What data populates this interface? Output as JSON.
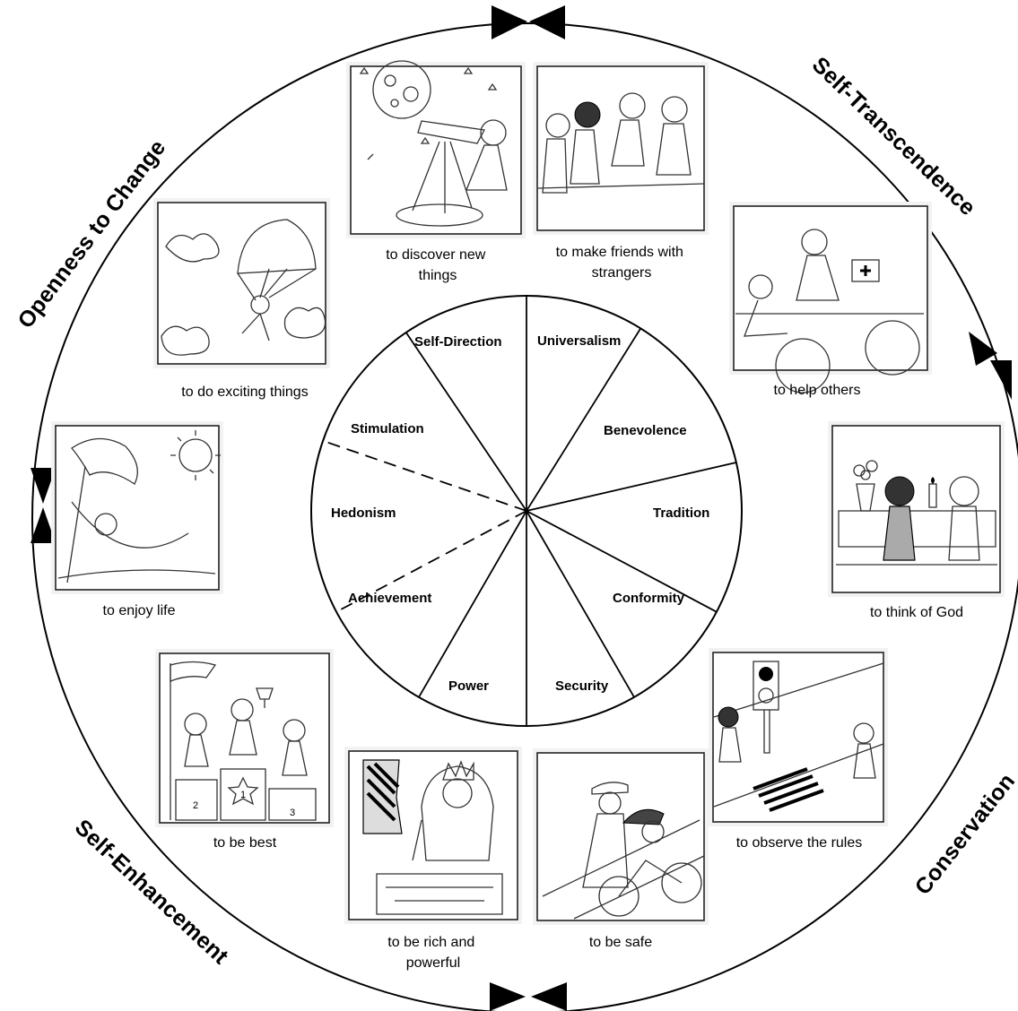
{
  "center_segments": [
    {
      "id": "self-direction",
      "label": "Self-Direction"
    },
    {
      "id": "universalism",
      "label": "Universalism"
    },
    {
      "id": "benevolence",
      "label": "Benevolence"
    },
    {
      "id": "tradition",
      "label": "Tradition"
    },
    {
      "id": "conformity",
      "label": "Conformity"
    },
    {
      "id": "security",
      "label": "Security"
    },
    {
      "id": "power",
      "label": "Power"
    },
    {
      "id": "achievement",
      "label": "Achievement"
    },
    {
      "id": "hedonism",
      "label": "Hedonism"
    },
    {
      "id": "stimulation",
      "label": "Stimulation"
    }
  ],
  "quadrants": {
    "openness": "Openness to Change",
    "self_transcendence": "Self-Transcendence",
    "conservation": "Conservation",
    "self_enhancement": "Self-Enhancement"
  },
  "captions": {
    "discover": [
      "to discover new",
      "things"
    ],
    "friends": [
      "to make friends with",
      "strangers"
    ],
    "help": [
      "to help others"
    ],
    "god": [
      "to think of God"
    ],
    "rules": [
      "to observe the rules"
    ],
    "safe": [
      "to be safe"
    ],
    "rich": [
      "to be rich and",
      "powerful"
    ],
    "best": [
      "to be best"
    ],
    "enjoy": [
      "to enjoy life"
    ],
    "exciting": [
      "to do exciting things"
    ]
  },
  "podium_numbers": [
    "2",
    "1",
    "3"
  ],
  "colors": {
    "ink": "#000000",
    "paper": "#ffffff",
    "halo": "#f2f2f2"
  }
}
